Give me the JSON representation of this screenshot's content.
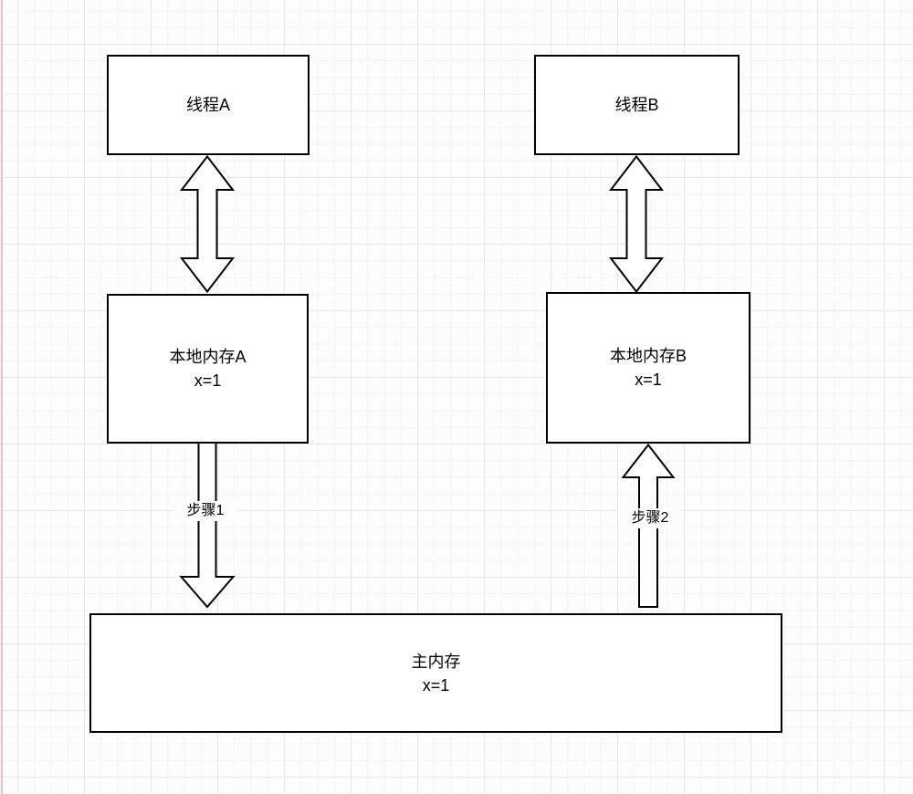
{
  "theme": {
    "canvas-bg": "#fdfdfd",
    "grid-minor": "#f4f4f4",
    "grid-major": "#e7e7e7",
    "shape-fill": "#ffffff",
    "shape-stroke": "#000000",
    "text-color": "#000000",
    "guide-color": "#f0bebe"
  },
  "nodes": {
    "thread_a": {
      "label": "线程A"
    },
    "thread_b": {
      "label": "线程B"
    },
    "local_a": {
      "label": "本地内存A",
      "value": "x=1"
    },
    "local_b": {
      "label": "本地内存B",
      "value": "x=1"
    },
    "main": {
      "label": "主内存",
      "value": "x=1"
    }
  },
  "edges": {
    "step1": {
      "label": "步骤1"
    },
    "step2": {
      "label": "步骤2"
    }
  }
}
